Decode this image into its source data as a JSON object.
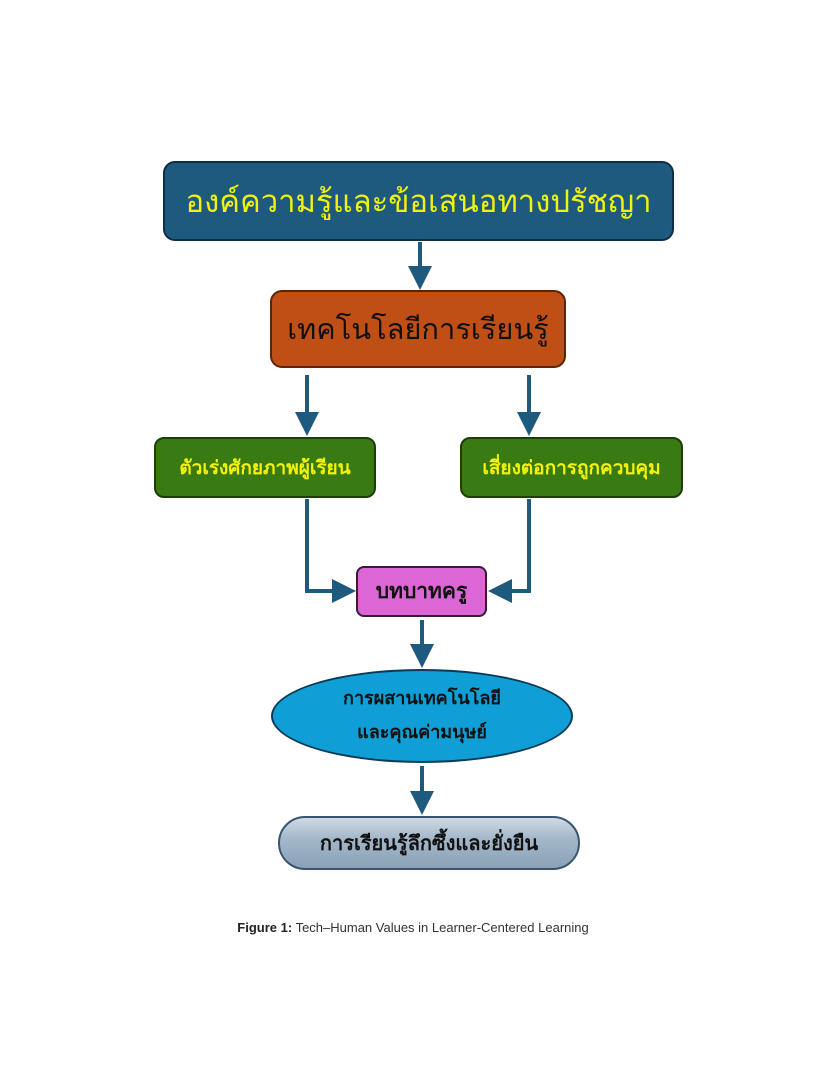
{
  "nodes": {
    "top": "องค์ความรู้และข้อเสนอทางปรัชญา",
    "technology": "เทคโนโลยีการเรียนรู้",
    "left": "ตัวเร่งศักยภาพผู้เรียน",
    "right": "เสี่ยงต่อการถูกควบคุม",
    "teacher": "บทบาทครู",
    "blend_line1": "การผสานเทคโนโลยี",
    "blend_line2": "และคุณค่ามนุษย์",
    "learning": "การเรียนรู้ลึกซึ้งและยั่งยืน"
  },
  "caption": {
    "label": "Figure 1:",
    "text": "Tech–Human Values in Learner-Centered Learning"
  },
  "colors": {
    "arrow": "#1d5a7e",
    "top_fill": "#1d5a7e",
    "tech_fill": "#c04f15",
    "green_fill": "#3a7a12",
    "teacher_fill": "#dc66d6",
    "blend_fill": "#0f9fd6",
    "yellow_text": "#f2f20a"
  }
}
